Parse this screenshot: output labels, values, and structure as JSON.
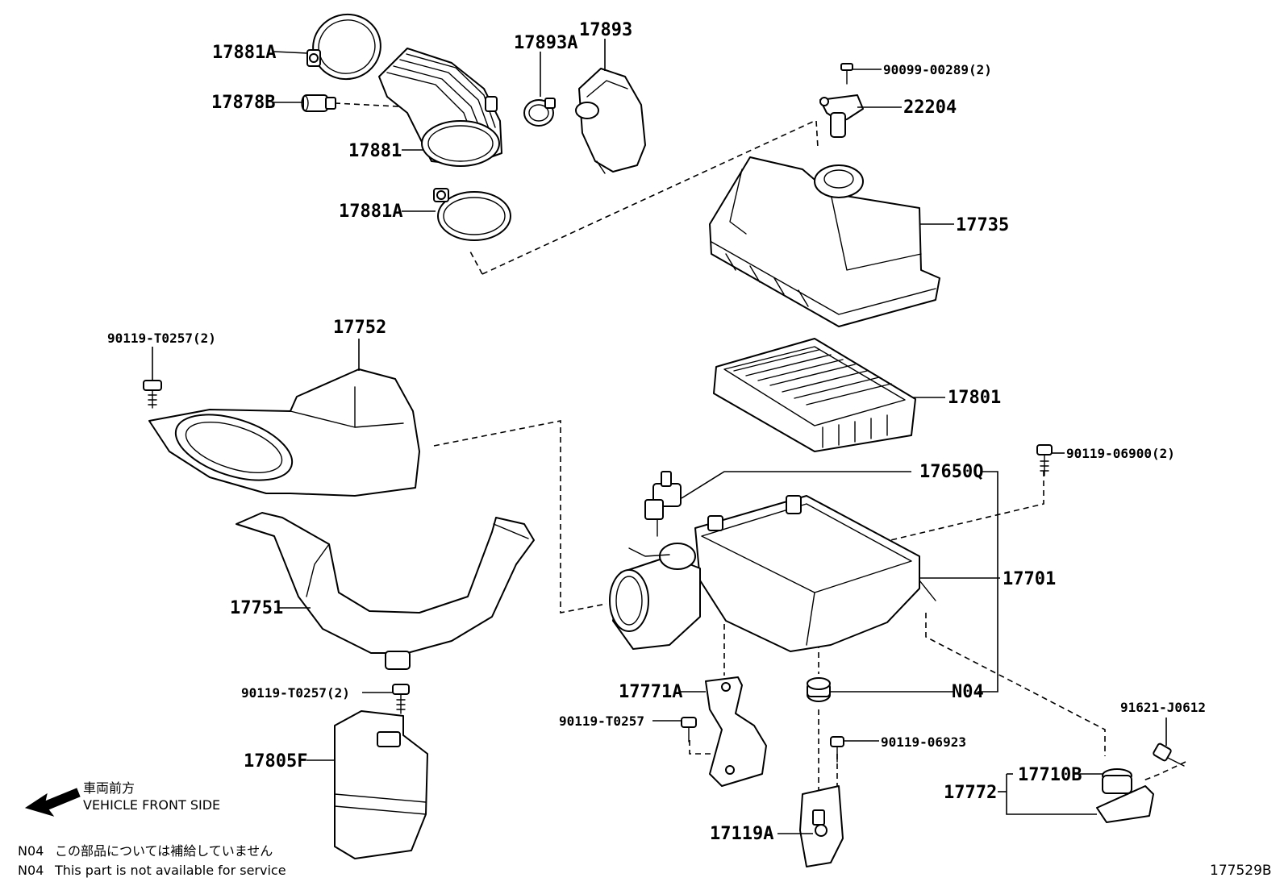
{
  "callouts": {
    "p17881A_top": "17881A",
    "p17878B": "17878B",
    "p17881": "17881",
    "p17881A_bottom": "17881A",
    "p17893A": "17893A",
    "p17893": "17893",
    "p90099_00289": "90099-00289(2)",
    "p22204": "22204",
    "p17735": "17735",
    "p17801": "17801",
    "p90119_T0257_2_top": "90119-T0257(2)",
    "p17752": "17752",
    "p17751": "17751",
    "p90119_T0257_2_mid": "90119-T0257(2)",
    "p17805F": "17805F",
    "p17650Q": "17650Q",
    "p90119_06900": "90119-06900(2)",
    "p17701": "17701",
    "p17771A": "17771A",
    "p90119_T0257": "90119-T0257",
    "pN04": "N04",
    "p90119_06923": "90119-06923",
    "p91621_J0612": "91621-J0612",
    "p17710B": "17710B",
    "p17772": "17772",
    "p17119A": "17119A"
  },
  "direction": {
    "jp": "車両前方",
    "en": "VEHICLE FRONT SIDE"
  },
  "notes": [
    {
      "code": "N04",
      "text": "この部品については補給していません"
    },
    {
      "code": "N04",
      "text": "This part is not available for service"
    }
  ],
  "figure_ref": "177529B"
}
